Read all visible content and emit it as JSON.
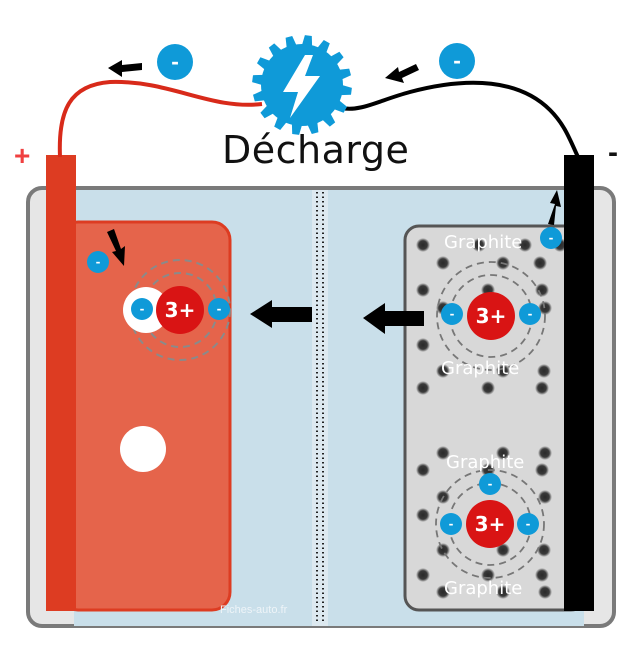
{
  "title": "Décharge",
  "terminals": {
    "positive": "+",
    "negative": "-"
  },
  "watermark": "Fiches-auto.fr",
  "electron_label": "-",
  "ion_label": "3+",
  "graphite_label": "Graphite",
  "icons": {
    "power_source": "lightning-gear-icon",
    "flow_arrow": "arrow-left-icon"
  },
  "colors": {
    "electron": "#0f9ad8",
    "ion": "#d91414",
    "cathode": "#e5644b",
    "cathode_collector": "#dd3c22",
    "anode": "#d8d8d8",
    "anode_collector": "#000000",
    "electrolyte": "#c9dfea",
    "wire_positive": "#d82a1a",
    "wire_negative": "#000000"
  }
}
